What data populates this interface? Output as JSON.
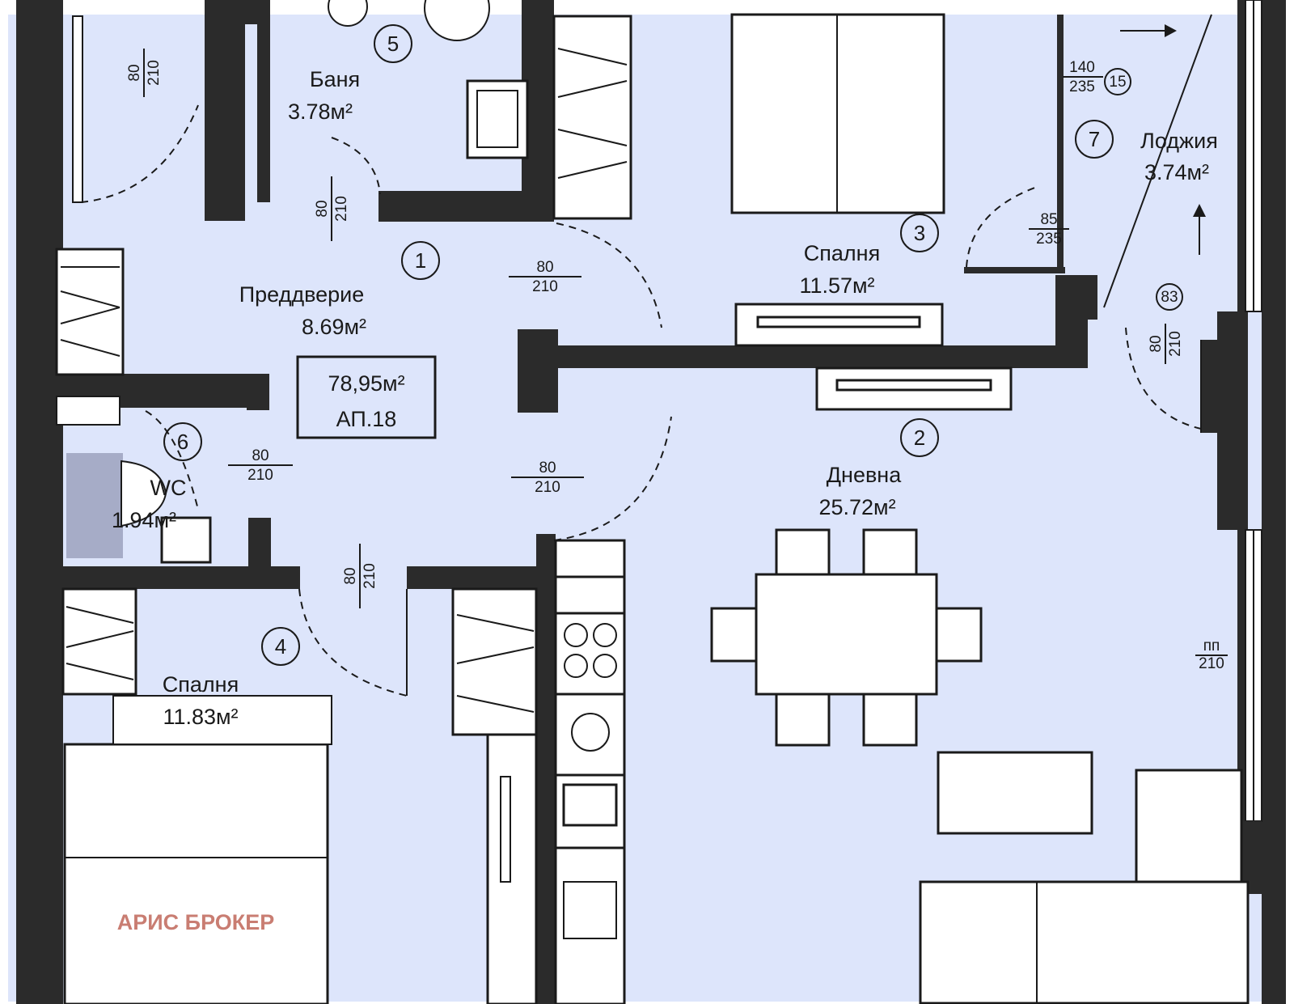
{
  "apartment": {
    "area": "78,95м²",
    "label": "АП.18"
  },
  "rooms": [
    {
      "number": "1",
      "name": "Преддверие",
      "area": "8.69м²"
    },
    {
      "number": "2",
      "name": "Дневна",
      "area": "25.72м²"
    },
    {
      "number": "3",
      "name": "Спалня",
      "area": "11.57м²"
    },
    {
      "number": "4",
      "name": "Спалня",
      "area": "11.83м²"
    },
    {
      "number": "5",
      "name": "Баня",
      "area": "3.78м²"
    },
    {
      "number": "6",
      "name": "WC",
      "area": "1.94м²"
    },
    {
      "number": "7",
      "name": "Лоджия",
      "area": "3.74м²"
    }
  ],
  "doors": [
    {
      "width": "80",
      "height": "210"
    },
    {
      "width": "80",
      "height": "210"
    },
    {
      "width": "80",
      "height": "210"
    },
    {
      "width": "80",
      "height": "210"
    },
    {
      "width": "80",
      "height": "210"
    },
    {
      "width": "80",
      "height": "210"
    },
    {
      "width": "85",
      "height": "235"
    },
    {
      "width": "140",
      "height": "235",
      "tag": "15"
    },
    {
      "width": "80",
      "height": "210",
      "tag": "83"
    },
    {
      "width": "пп",
      "height": "210"
    }
  ],
  "watermark": "АРИС БРОКЕР",
  "colors": {
    "background": "#dde5fb",
    "wall": "#2b2b2b",
    "furniture": "#ffffff",
    "watermark": "#c97d72"
  }
}
